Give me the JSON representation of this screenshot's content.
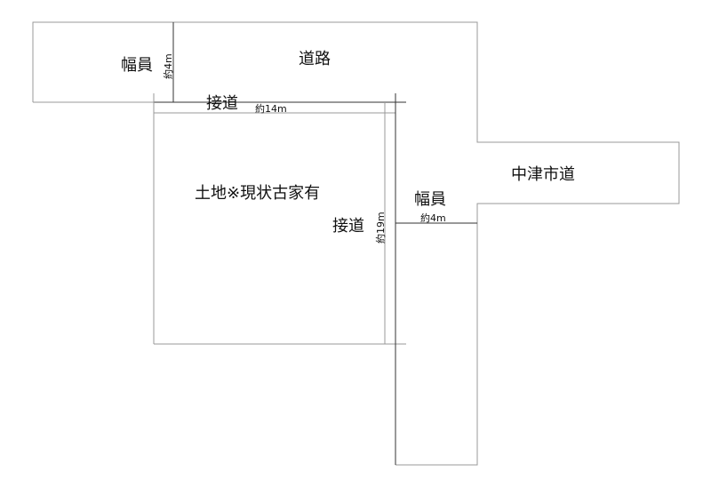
{
  "labels": {
    "width_left": "幅員",
    "width_left_dim": "約4m",
    "road": "道路",
    "frontage_top": "接道",
    "frontage_top_dim": "約14m",
    "land": "土地※現状古家有",
    "frontage_right": "接道",
    "frontage_right_dim": "約19m",
    "width_right": "幅員",
    "width_right_dim": "約4m",
    "city_road": "中津市道"
  }
}
